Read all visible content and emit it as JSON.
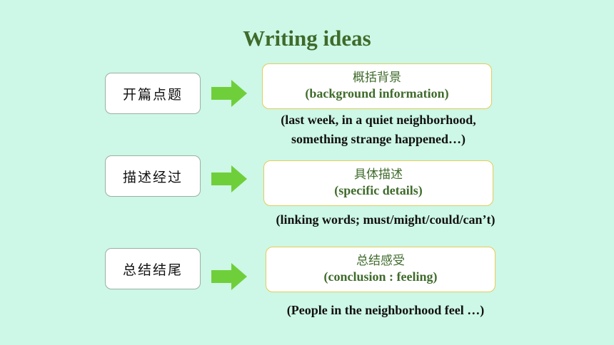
{
  "title": "Writing ideas",
  "rows": [
    {
      "stage": "开篇点题",
      "box_cn": "概括背景",
      "box_en": "(background information)",
      "note_lines": [
        "(last week, in a quiet neighborhood,",
        "something strange happened…)"
      ]
    },
    {
      "stage": "描述经过",
      "box_cn": "具体描述",
      "box_en": "(specific details)",
      "note_lines": [
        "(linking words; must/might/could/can’t)"
      ]
    },
    {
      "stage": "总结结尾",
      "box_cn": "总结感受",
      "box_en": "(conclusion : feeling)",
      "note_lines": [
        "(People in the neighborhood feel …)"
      ]
    }
  ],
  "colors": {
    "background": "#cdf7e6",
    "title": "#3f6b2b",
    "arrow": "#6fcf3a",
    "info_border": "#e6cc5a"
  },
  "icons": [
    "right-arrow-icon"
  ]
}
